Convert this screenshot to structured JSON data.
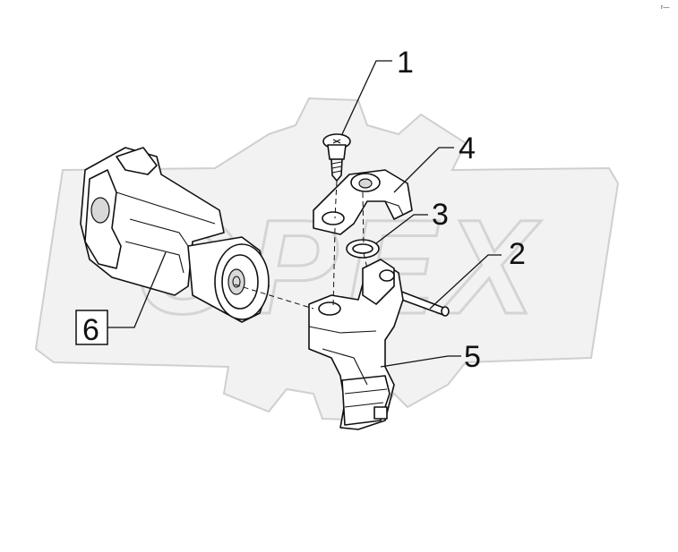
{
  "corner_mark": "r—",
  "watermark_text": "OPEX",
  "callouts": [
    {
      "id": "1",
      "label": "1"
    },
    {
      "id": "2",
      "label": "2"
    },
    {
      "id": "3",
      "label": "3"
    },
    {
      "id": "4",
      "label": "4"
    },
    {
      "id": "5",
      "label": "5"
    },
    {
      "id": "6",
      "label": "6"
    }
  ],
  "colors": {
    "line": "#111111",
    "watermark": "#d0d0d0",
    "background": "#ffffff"
  }
}
